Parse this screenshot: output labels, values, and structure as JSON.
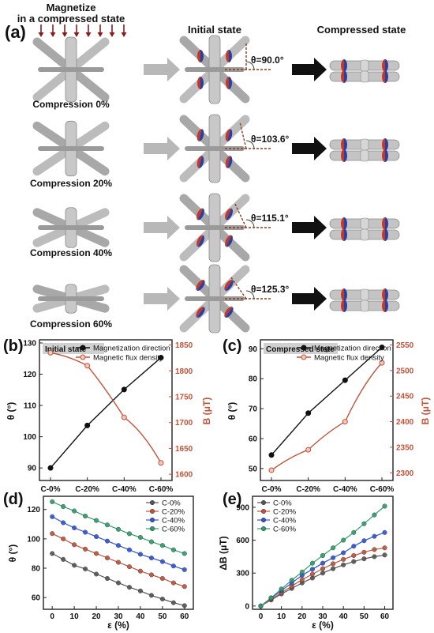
{
  "panel_a": {
    "panel_label": "(a)",
    "magnetize_title": "Magnetize",
    "magnetize_subtitle": "in a compressed state",
    "initial_title": "Initial state",
    "compressed_title": "Compressed state",
    "compressions": [
      "Compression 0%",
      "Compression 20%",
      "Compression 40%",
      "Compression 60%"
    ],
    "angles": [
      "θ=90.0°",
      "θ=103.6°",
      "θ=115.1°",
      "θ=125.3°"
    ]
  },
  "colors": {
    "black_series": "#111111",
    "red_series": "#c0533a",
    "c0": "#555555",
    "c20": "#c0533a",
    "c40": "#2f55d4",
    "c60": "#2e9e6a",
    "red_axis": "#c0533a",
    "arrow_gray": "#b8b8b8",
    "magnet_red": "#c0392b",
    "magnet_blue": "#2c3e9e"
  },
  "chart_data": [
    {
      "panel": "(b)",
      "type": "line",
      "annotation": "Initial state",
      "categories": [
        "C-0%",
        "C-20%",
        "C-40%",
        "C-60%"
      ],
      "series": [
        {
          "name": "Magnetization direction",
          "axis": "left",
          "values": [
            90.0,
            103.6,
            115.1,
            125.3
          ]
        },
        {
          "name": "Magnetic flux density",
          "axis": "right",
          "values": [
            1835,
            1810,
            1710,
            1622
          ]
        }
      ],
      "ylabel": "θ (°)",
      "ylabel_right": "B (μT)",
      "ylim": [
        86,
        131
      ],
      "yticks": [
        90,
        100,
        110,
        120,
        130
      ],
      "ylim_right": [
        1588,
        1860
      ],
      "yticks_right": [
        1600,
        1650,
        1700,
        1750,
        1800,
        1850
      ],
      "legend": "top-right"
    },
    {
      "panel": "(c)",
      "type": "line",
      "annotation": "Compressed state",
      "categories": [
        "C-0%",
        "C-20%",
        "C-40%",
        "C-60%"
      ],
      "series": [
        {
          "name": "Magnetization direction",
          "axis": "left",
          "values": [
            54.5,
            68.5,
            79.5,
            90.5
          ]
        },
        {
          "name": "Magnetic flux density",
          "axis": "right",
          "values": [
            2305,
            2345,
            2400,
            2515
          ]
        }
      ],
      "ylabel": "θ (°)",
      "ylabel_right": "B (μT)",
      "ylim": [
        46,
        93
      ],
      "yticks": [
        50,
        60,
        70,
        80,
        90
      ],
      "ylim_right": [
        2285,
        2560
      ],
      "yticks_right": [
        2300,
        2350,
        2400,
        2450,
        2500,
        2550
      ],
      "legend": "top-right"
    },
    {
      "panel": "(d)",
      "type": "line",
      "x": [
        0,
        5,
        10,
        15,
        20,
        25,
        30,
        35,
        40,
        45,
        50,
        55,
        60
      ],
      "xticks": [
        0,
        10,
        20,
        30,
        40,
        50,
        60
      ],
      "series": [
        {
          "name": "C-0%",
          "values": [
            90.0,
            86.0,
            82.0,
            79.5,
            76.0,
            73.0,
            70.0,
            67.0,
            64.5,
            61.5,
            59.0,
            56.5,
            54.5
          ]
        },
        {
          "name": "C-20%",
          "values": [
            103.6,
            100.0,
            96.0,
            93.0,
            90.0,
            87.0,
            84.0,
            81.0,
            78.0,
            75.5,
            73.0,
            70.0,
            67.5
          ]
        },
        {
          "name": "C-40%",
          "values": [
            115.1,
            111.0,
            107.5,
            104.5,
            101.5,
            98.5,
            95.5,
            92.5,
            89.5,
            87.0,
            84.5,
            81.5,
            79.0
          ]
        },
        {
          "name": "C-60%",
          "values": [
            125.3,
            122.0,
            119.0,
            115.5,
            112.5,
            109.5,
            106.5,
            103.5,
            101.0,
            98.0,
            95.5,
            92.5,
            90.0
          ]
        }
      ],
      "xlabel": "ε (%)",
      "ylabel": "θ (°)",
      "xlim": [
        -4,
        64
      ],
      "ylim": [
        52,
        129
      ],
      "yticks": [
        60,
        80,
        100,
        120
      ],
      "legend": "top-right"
    },
    {
      "panel": "(e)",
      "type": "line",
      "x": [
        0,
        5,
        10,
        15,
        20,
        25,
        30,
        35,
        40,
        45,
        50,
        55,
        60
      ],
      "xticks": [
        0,
        10,
        20,
        30,
        40,
        50,
        60
      ],
      "series": [
        {
          "name": "C-0%",
          "values": [
            0,
            55,
            110,
            160,
            210,
            255,
            300,
            340,
            375,
            405,
            430,
            450,
            465
          ]
        },
        {
          "name": "C-20%",
          "values": [
            0,
            60,
            120,
            180,
            240,
            290,
            340,
            385,
            425,
            460,
            490,
            515,
            530
          ]
        },
        {
          "name": "C-40%",
          "values": [
            0,
            70,
            140,
            210,
            280,
            335,
            390,
            440,
            485,
            545,
            595,
            635,
            670
          ]
        },
        {
          "name": "C-60%",
          "values": [
            0,
            75,
            155,
            235,
            310,
            390,
            460,
            530,
            600,
            670,
            750,
            830,
            910
          ]
        }
      ],
      "xlabel": "ε (%)",
      "ylabel": "ΔB (μT)",
      "xlim": [
        -4,
        64
      ],
      "ylim": [
        -30,
        1000
      ],
      "yticks": [
        0,
        300,
        600,
        900
      ],
      "legend": "top-left"
    }
  ]
}
